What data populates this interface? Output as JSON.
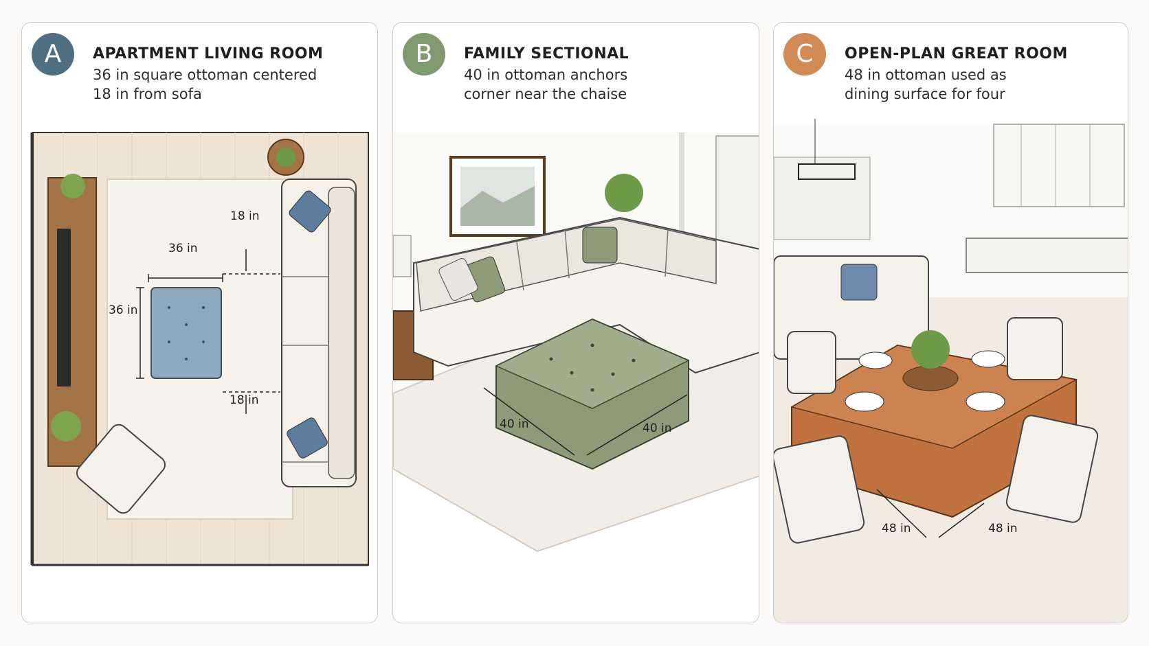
{
  "panels": [
    {
      "badge": "A",
      "badge_color": "#4f6f83",
      "title": "APARTMENT LIVING ROOM",
      "desc_lines": [
        "36 in square ottoman centered",
        "18 in from sofa"
      ],
      "dims": {
        "width": "36 in",
        "depth": "36 in",
        "gap_top": "18 in",
        "gap_bottom": "18 in"
      },
      "ottoman_color": "#8fa8bc"
    },
    {
      "badge": "B",
      "badge_color": "#7f9a6e",
      "title": "FAMILY SECTIONAL",
      "desc_lines": [
        "40 in ottoman anchors",
        "corner near the chaise"
      ],
      "dims": {
        "left": "40 in",
        "right": "40 in"
      },
      "ottoman_color": "#8d9b79"
    },
    {
      "badge": "C",
      "badge_color": "#d28a55",
      "title": "OPEN-PLAN GREAT ROOM",
      "desc_lines": [
        "48 in ottoman used as",
        "dining surface for four"
      ],
      "dims": {
        "left": "48 in",
        "right": "48 in"
      },
      "ottoman_color": "#c0733e"
    }
  ]
}
